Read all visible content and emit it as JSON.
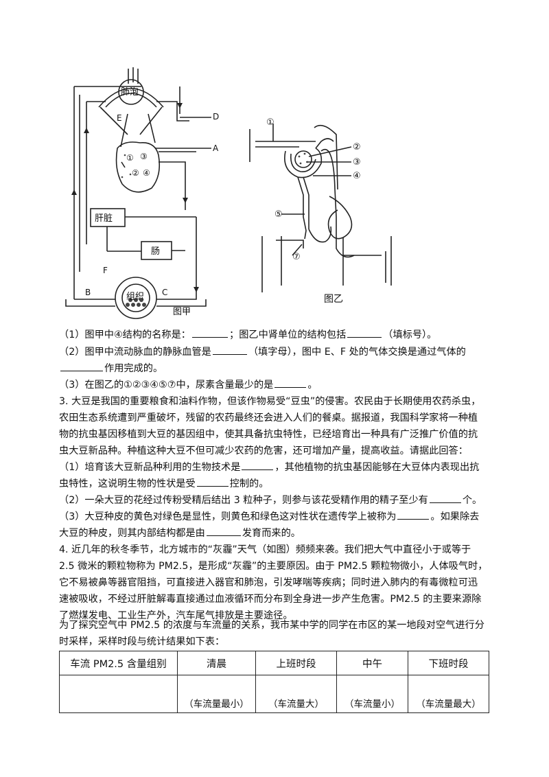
{
  "figure_a": {
    "caption": "图甲",
    "labels": {
      "alveolus": "肺泡",
      "liver": "肝脏",
      "intestine": "肠",
      "tissue": "组织",
      "A": "A",
      "B": "B",
      "C": "C",
      "D": "D",
      "E": "E",
      "F": "F",
      "n1": "①",
      "n2": "②",
      "n3": "③",
      "n4": "④"
    }
  },
  "figure_b": {
    "caption": "图乙",
    "labels": {
      "n1": "①",
      "n2": "②",
      "n3": "③",
      "n4": "④",
      "n5": "⑤",
      "n7": "⑦"
    }
  },
  "q2": {
    "p1_a": "（1）图甲中④结构的名称是：",
    "p1_b": "；图乙中肾单位的结构包括",
    "p1_c": "（填标号）。",
    "p2_a": "（2）图甲中流动脉血的静脉血管是",
    "p2_b": "（填字母），图中 E、F 处的气体交换是通过气体的",
    "p2_c": "作用完成的。",
    "p3_a": "（3）在图乙的①②③④⑤⑦中，尿素含量最少的是",
    "p3_b": "。"
  },
  "q3": {
    "intro_1": "3. 大豆是我国的重要粮食和油料作物，但该作物易受“豆虫”的侵害。农民由于长期使用农药杀虫，",
    "intro_2": "农田生态系统遭到严重破坏，残留的农药最终还会进入人们的餐桌。据报道，我国科学家将一种植",
    "intro_3": "物的抗虫基因移植到大豆的基因组中，使其具备抗虫特性，已经培育出一种具有广泛推广价值的抗",
    "intro_4": "虫大豆新品种。种植这种大豆不但可减少农药的危害，还可增加产量，提高收益。请据此回答：",
    "p1_a": "（1）培育该大豆新品种利用的生物技术是",
    "p1_b": "，其他植物的抗虫基因能够在大豆体内表现出抗",
    "p1_c": "虫特性，这说明生物的性状是受",
    "p1_d": "控制的。",
    "p2_a": "（2）一朵大豆的花经过传粉受精后结出 3 粒种子，则参与该花受精作用的精子至少有",
    "p2_b": "个。",
    "p3_a": "（3）大豆种皮的黄色对绿色是显性，则黄色和绿色这对性状在遗传学上被称为",
    "p3_b": "。如果除去",
    "p3_c": "大豆的种皮，则其内部结构都是由",
    "p3_d": "发育而来的。"
  },
  "q4": {
    "l1": "4. 近几年的秋冬季节，北方城市的“灰霾”天气（如图）频频来袭。我们把大气中直径小于或等于",
    "l2": "2.5 微米的颗粒物称为 PM2.5，是形成“灰霾”的主要原因。由于 PM2.5 颗粒物微小，人体吸气时，",
    "l3": "它不易被鼻等器官阻挡，可直接进入器官和肺泡，引发哮喘等疾病；同时进入肺内的有毒微粒可迅",
    "l4": "速被吸收，不经过肝脏解毒直接通过血液循环而分布到全身进一步产生危害。PM2.5 的主要来源除",
    "l5": "了燃煤发电、工业生产外，汽车尾气排放是主要途径。",
    "l6": "为了探究空气中 PM2.5 的浓度与车流量的关系，我市某中学的同学在市区的某一地段对空气进行分",
    "l7": "时采样，采样时段与统计结果如下表："
  },
  "table": {
    "headers": [
      "车流 PM2.5 含量组别",
      "清晨",
      "上班时段",
      "中午",
      "下班时段"
    ],
    "row": [
      "",
      "（车流量最小）",
      "（车流量大）",
      "（车流量小）",
      "（车流量最大）"
    ]
  }
}
